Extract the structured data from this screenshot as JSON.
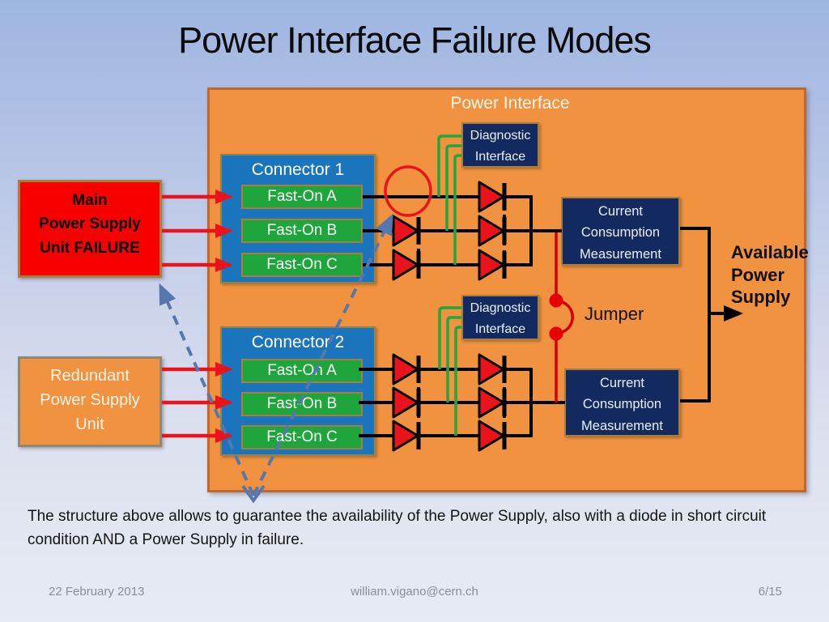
{
  "slide": {
    "title": "Power Interface Failure Modes",
    "caption": "The structure above allows to guarantee the availability of the Power Supply, also with a diode in short circuit condition AND a Power Supply in failure.",
    "footer": {
      "date": "22 February 2013",
      "email": "william.vigano@cern.ch",
      "page": "6/15"
    }
  },
  "diagram": {
    "panel_title": "Power Interface",
    "main_psu": {
      "line1": "Main",
      "line2": "Power Supply",
      "line3": "Unit FAILURE"
    },
    "redundant_psu": {
      "line1": "Redundant",
      "line2": "Power Supply",
      "line3": "Unit"
    },
    "connector1": {
      "title": "Connector 1",
      "pin_a": "Fast-On A",
      "pin_b": "Fast-On B",
      "pin_c": "Fast-On C"
    },
    "connector2": {
      "title": "Connector 2",
      "pin_a": "Fast-On A",
      "pin_b": "Fast-On B",
      "pin_c": "Fast-On C"
    },
    "diagnostic_interface1": {
      "line1": "Diagnostic",
      "line2": "Interface"
    },
    "diagnostic_interface2": {
      "line1": "Diagnostic",
      "line2": "Interface"
    },
    "current_measurement1": {
      "line1": "Current",
      "line2": "Consumption",
      "line3": "Measurement"
    },
    "current_measurement2": {
      "line1": "Current",
      "line2": "Consumption",
      "line3": "Measurement"
    },
    "jumper_label": "Jumper",
    "available_power": {
      "line1": "Available",
      "line2": "Power",
      "line3": "Supply"
    }
  },
  "colors": {
    "panel_orange": "#F0923F",
    "panel_border": "#C0662E",
    "connector_blue": "#1B75BC",
    "pin_green": "#1EA53B",
    "navy_box": "#132A60",
    "failure_red": "#F80000",
    "wire_black": "#000000",
    "diagnostic_green": "#1FA83C",
    "signal_red": "#E8131B",
    "jumper_red": "#D40000",
    "callout_blue": "#5577AD"
  }
}
